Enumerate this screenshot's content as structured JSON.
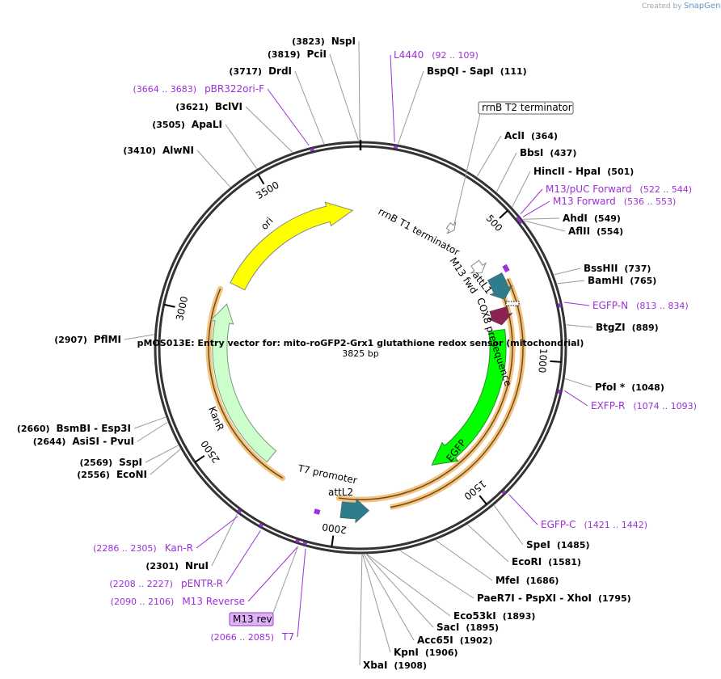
{
  "watermark": {
    "prefix": "Created by",
    "brand": "SnapGene"
  },
  "plasmid": {
    "name": "pMOS013E: Entry vector for: mito-roGFP2-Grx1 glutathione redox sensor (mitochondrial)",
    "size_label": "3825 bp",
    "length": 3825
  },
  "ticks": [
    {
      "bp": 500,
      "label": "500"
    },
    {
      "bp": 1000,
      "label": "1000"
    },
    {
      "bp": 1500,
      "label": "1500"
    },
    {
      "bp": 2000,
      "label": "2000"
    },
    {
      "bp": 2500,
      "label": "2500"
    },
    {
      "bp": 3000,
      "label": "3000"
    },
    {
      "bp": 3500,
      "label": "3500"
    }
  ],
  "features": [
    {
      "name": "ori",
      "start": 3800,
      "end": 3150,
      "color": "#ffff00",
      "label": "ori"
    },
    {
      "name": "KanR",
      "start": 2320,
      "end": 3060,
      "color": "#ccffcc",
      "label": "KanR"
    },
    {
      "name": "EGFP",
      "start": 870,
      "end": 1590,
      "color": "#00ff00",
      "label": "EGFP"
    },
    {
      "name": "COX8",
      "start": 800,
      "end": 880,
      "color": "#8b2252",
      "label": "COX8 presequence"
    },
    {
      "name": "attL1",
      "start": 660,
      "end": 760,
      "color": "#2e7d8c",
      "label": "attL1"
    },
    {
      "name": "attL2",
      "start": 1880,
      "end": 1990,
      "color": "#2e7d8c",
      "label": "attL2"
    },
    {
      "name": "rrnBT1",
      "start": 590,
      "end": 650,
      "color": "#ffffff",
      "label": "rrnB T1 terminator"
    },
    {
      "name": "rrnBT2",
      "start": 360,
      "end": 400,
      "color": "#ffffff",
      "label": "rrnB T2 terminator"
    },
    {
      "name": "M13fwd",
      "start": 630,
      "end": 660,
      "color": "#9b30d9",
      "label": "M13 fwd"
    },
    {
      "name": "T7prom",
      "start": 2050,
      "end": 2075,
      "color": "#9b30d9",
      "label": "T7 promoter"
    }
  ],
  "orfs": [
    {
      "start": 750,
      "end": 2000
    },
    {
      "start": 2240,
      "end": 3110
    }
  ],
  "enzymes": [
    {
      "name": "NspI",
      "pos": "(3823)",
      "bp": 3823
    },
    {
      "name": "PciI",
      "pos": "(3819)",
      "bp": 3819
    },
    {
      "name": "DrdI",
      "pos": "(3717)",
      "bp": 3717
    },
    {
      "name": "BclVI",
      "pos": "(3621)",
      "bp": 3621
    },
    {
      "name": "ApaLI",
      "pos": "(3505)",
      "bp": 3505
    },
    {
      "name": "AlwNI",
      "pos": "(3410)",
      "bp": 3410
    },
    {
      "name": "BspQI  -  SapI",
      "pos": "(111)",
      "bp": 111
    },
    {
      "name": "AclI",
      "pos": "(364)",
      "bp": 364
    },
    {
      "name": "BbsI",
      "pos": "(437)",
      "bp": 437
    },
    {
      "name": "HincII  -  HpaI",
      "pos": "(501)",
      "bp": 501
    },
    {
      "name": "AhdI",
      "pos": "(549)",
      "bp": 549
    },
    {
      "name": "AflII",
      "pos": "(554)",
      "bp": 554
    },
    {
      "name": "BssHII",
      "pos": "(737)",
      "bp": 737
    },
    {
      "name": "BamHI",
      "pos": "(765)",
      "bp": 765
    },
    {
      "name": "BtgZI",
      "pos": "(889)",
      "bp": 889
    },
    {
      "name": "PfoI *",
      "pos": "(1048)",
      "bp": 1048
    },
    {
      "name": "SpeI",
      "pos": "(1485)",
      "bp": 1485
    },
    {
      "name": "EcoRI",
      "pos": "(1581)",
      "bp": 1581
    },
    {
      "name": "MfeI",
      "pos": "(1686)",
      "bp": 1686
    },
    {
      "name": "PaeR7I  -  PspXI  -  XhoI",
      "pos": "(1795)",
      "bp": 1795
    },
    {
      "name": "Eco53kI",
      "pos": "(1893)",
      "bp": 1893
    },
    {
      "name": "SacI",
      "pos": "(1895)",
      "bp": 1895
    },
    {
      "name": "Acc65I",
      "pos": "(1902)",
      "bp": 1902
    },
    {
      "name": "KpnI",
      "pos": "(1906)",
      "bp": 1906
    },
    {
      "name": "XbaI",
      "pos": "(1908)",
      "bp": 1908
    },
    {
      "name": "NruI",
      "pos": "(2301)",
      "bp": 2301
    },
    {
      "name": "EcoNI",
      "pos": "(2556)",
      "bp": 2556
    },
    {
      "name": "SspI",
      "pos": "(2569)",
      "bp": 2569
    },
    {
      "name": "AsiSI  -  PvuI",
      "pos": "(2644)",
      "bp": 2644
    },
    {
      "name": "BsmBI  -  Esp3I",
      "pos": "(2660)",
      "bp": 2660
    },
    {
      "name": "PflMI",
      "pos": "(2907)",
      "bp": 2907
    }
  ],
  "primers": [
    {
      "name": "L4440",
      "pos": "(92 .. 109)",
      "bp": 100
    },
    {
      "name": "pBR322ori-F",
      "pos": "(3664 .. 3683)",
      "bp": 3673
    },
    {
      "name": "M13/pUC Forward",
      "pos": "(522 .. 544)",
      "bp": 533
    },
    {
      "name": "M13 Forward",
      "pos": "(536 .. 553)",
      "bp": 544
    },
    {
      "name": "EGFP-N",
      "pos": "(813 .. 834)",
      "bp": 823
    },
    {
      "name": "EXFP-R",
      "pos": "(1074 .. 1093)",
      "bp": 1083
    },
    {
      "name": "EGFP-C",
      "pos": "(1421 .. 1442)",
      "bp": 1431
    },
    {
      "name": "Kan-R",
      "pos": "(2286 .. 2305)",
      "bp": 2295
    },
    {
      "name": "pENTR-R",
      "pos": "(2208 .. 2227)",
      "bp": 2217
    },
    {
      "name": "M13 Reverse",
      "pos": "(2090 .. 2106)",
      "bp": 2098
    },
    {
      "name": "M13 rev",
      "pos": "",
      "bp": 2098
    },
    {
      "name": "T7",
      "pos": "(2066 .. 2085)",
      "bp": 2075
    }
  ]
}
